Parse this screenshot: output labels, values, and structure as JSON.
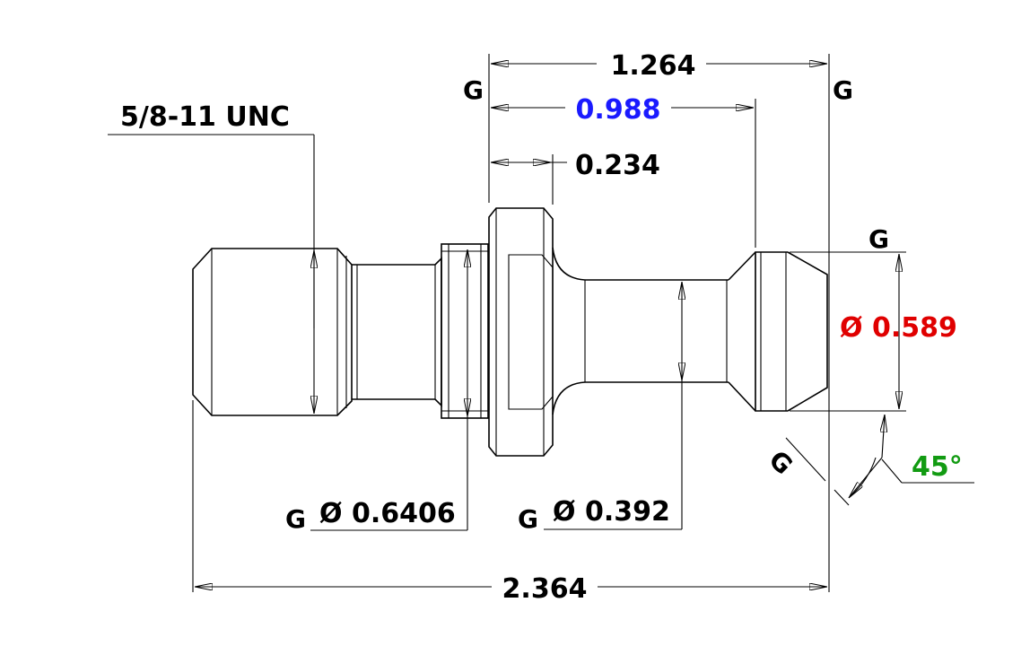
{
  "colors": {
    "line": "#000000",
    "blue": "#1a1aff",
    "red": "#e00000",
    "green": "#129b12"
  },
  "labels": {
    "thread": "5/8-11 UNC",
    "overall_length": "2.364",
    "top_length": "1.264",
    "mid_length": "0.988",
    "flange_width": "0.234",
    "dia_flange": "Ø 0.6406",
    "dia_neck": "Ø 0.392",
    "dia_head": "Ø 0.589",
    "angle": "45°",
    "datum": "G"
  }
}
